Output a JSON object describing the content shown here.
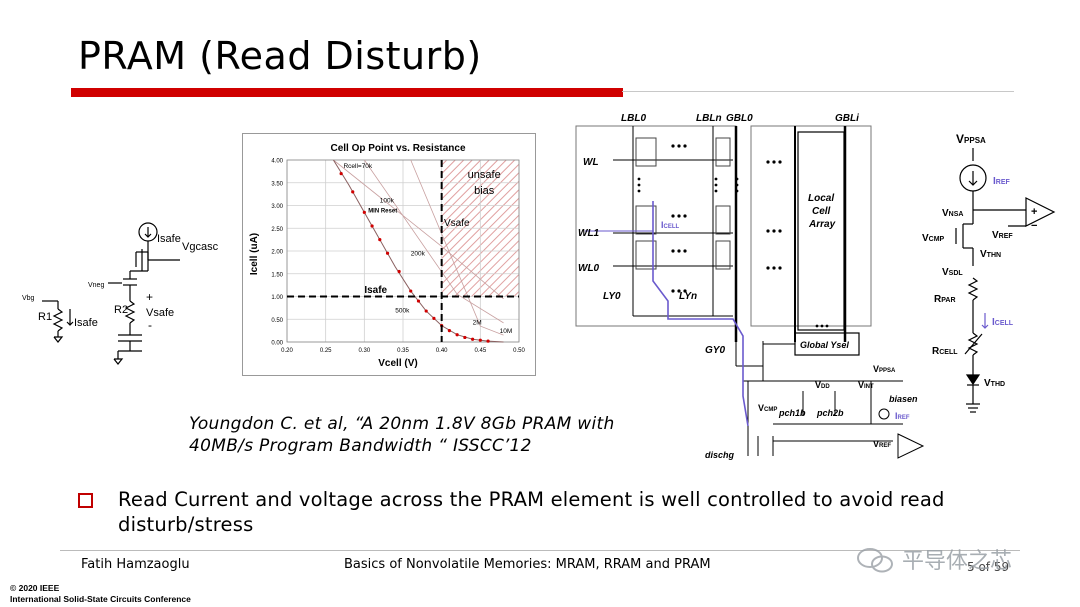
{
  "slide": {
    "title": "PRAM (Read Disturb)",
    "citation_line1": "Youngdon C. et al, “A 20nm 1.8V 8Gb PRAM with",
    "citation_line2": "40MB/s Program Bandwidth “ ISSCC’12",
    "bullet": "Read Current and voltage across the PRAM element is well controlled to avoid read disturb/stress"
  },
  "footer": {
    "author": "Fatih Hamzaoglu",
    "course": "Basics of Nonvolatile Memories: MRAM, RRAM and PRAM",
    "page": "5 of 59",
    "copyright_line1": "© 2020 IEEE",
    "copyright_line2": "International Solid-State Circuits Conference",
    "watermark": "平导体之芯"
  },
  "colors": {
    "accent_red": "#d00000",
    "bullet_red": "#c00000",
    "signal_purple": "#6a5acd"
  },
  "left_circuit": {
    "isafe_top": "Isafe",
    "vgcasc": "Vgcasc",
    "vneg": "Vneg",
    "vbg": "Vbg",
    "r1": "R1",
    "isafe_bottom": "Isafe",
    "r2": "R2",
    "plus": "+",
    "vsafe": "Vsafe",
    "minus": "-"
  },
  "chart": {
    "title": "Cell Op Point vs. Resistance",
    "xlabel": "Vcell (V)",
    "ylabel": "Icell (uA)",
    "x_ticks": [
      "0.20",
      "0.25",
      "0.30",
      "0.35",
      "0.40",
      "0.45",
      "0.50"
    ],
    "y_ticks": [
      "0.00",
      "0.50",
      "1.00",
      "1.50",
      "2.00",
      "2.50",
      "3.00",
      "3.50",
      "4.00"
    ],
    "labels": {
      "rcell70k": "Rcell=70k",
      "k100": "100k",
      "minreset": "MIN Reset",
      "k200": "200k",
      "k500": "500k",
      "m2": "2M",
      "m10": "10M",
      "isafe": "Isafe",
      "vsafe": "Vsafe",
      "unsafe1": "unsafe",
      "unsafe2": "bias"
    }
  },
  "chart_data": {
    "type": "line",
    "title": "Cell Op Point vs. Resistance",
    "xlabel": "Vcell (V)",
    "ylabel": "Icell (uA)",
    "xlim": [
      0.2,
      0.5
    ],
    "ylim": [
      0.0,
      4.0
    ],
    "series": [
      {
        "x": [
          0.26,
          0.28,
          0.3,
          0.32,
          0.34,
          0.36,
          0.38,
          0.4,
          0.42,
          0.44,
          0.46,
          0.48
        ],
        "y": [
          4.0,
          3.45,
          2.85,
          2.25,
          1.65,
          1.12,
          0.68,
          0.36,
          0.16,
          0.06,
          0.02,
          0.0
        ]
      }
    ],
    "markers": [
      {
        "x": 0.27,
        "y": 3.7
      },
      {
        "x": 0.285,
        "y": 3.3
      },
      {
        "x": 0.3,
        "y": 2.85
      },
      {
        "x": 0.31,
        "y": 2.55
      },
      {
        "x": 0.32,
        "y": 2.25
      },
      {
        "x": 0.33,
        "y": 1.95
      },
      {
        "x": 0.345,
        "y": 1.55
      },
      {
        "x": 0.36,
        "y": 1.12
      },
      {
        "x": 0.37,
        "y": 0.9
      },
      {
        "x": 0.38,
        "y": 0.68
      },
      {
        "x": 0.39,
        "y": 0.52
      },
      {
        "x": 0.4,
        "y": 0.36
      },
      {
        "x": 0.41,
        "y": 0.25
      },
      {
        "x": 0.42,
        "y": 0.16
      },
      {
        "x": 0.43,
        "y": 0.1
      },
      {
        "x": 0.44,
        "y": 0.06
      },
      {
        "x": 0.45,
        "y": 0.04
      },
      {
        "x": 0.46,
        "y": 0.02
      }
    ],
    "resistance_lines": [
      {
        "x": [
          0.26,
          0.4,
          0.48
        ],
        "y": [
          4.0,
          2.1,
          0.95
        ]
      },
      {
        "x": [
          0.3,
          0.42,
          0.48
        ],
        "y": [
          4.0,
          1.05,
          0.42
        ]
      },
      {
        "x": [
          0.36,
          0.45,
          0.48
        ],
        "y": [
          4.0,
          0.35,
          0.15
        ]
      }
    ],
    "isafe_level": 1.0,
    "vsafe_level": 0.4,
    "unsafe_region": {
      "x": [
        0.4,
        0.5
      ],
      "y": [
        1.0,
        4.0
      ]
    },
    "grid": true
  },
  "array_circuit": {
    "lbl0": "LBL0",
    "lbln": "LBLn",
    "gbl0": "GBL0",
    "gbli": "GBLi",
    "wl": "WL",
    "wl1": "WL1",
    "wl0": "WL0",
    "icell": "I",
    "icell_sub": "CELL",
    "local_cell_array_1": "Local",
    "local_cell_array_2": "Cell",
    "local_cell_array_3": "Array",
    "ly0": "LY0",
    "lyn": "LYn",
    "gy0": "GY0",
    "global_ysel": "Global Ysel",
    "vppsa": "V",
    "vppsa_sub": "PPSA",
    "vdd": "V",
    "vdd_sub": "DD",
    "vint": "V",
    "vint_sub": "INT",
    "biasen": "biasen",
    "vcmp": "V",
    "vcmp_sub": "CMP",
    "pch1b": "pch1b",
    "pch2b": "pch2b",
    "iref": "I",
    "iref_sub": "REF",
    "vref": "V",
    "vref_sub": "REF",
    "dischg": "dischg"
  },
  "right_circuit": {
    "vppsa": "V",
    "vppsa_sub": "PPSA",
    "iref": "I",
    "iref_sub": "REF",
    "vnsa": "V",
    "vnsa_sub": "NSA",
    "vcmp": "V",
    "vcmp_sub": "CMP",
    "vref": "V",
    "vref_sub": "REF",
    "vthn": "V",
    "vthn_sub": "THN",
    "vsdl": "V",
    "vsdl_sub": "SDL",
    "rpar": "R",
    "rpar_sub": "PAR",
    "icell": "I",
    "icell_sub": "CELL",
    "rcell": "R",
    "rcell_sub": "CELL",
    "vthd": "V",
    "vthd_sub": "THD",
    "plus": "+",
    "minus": "−"
  }
}
